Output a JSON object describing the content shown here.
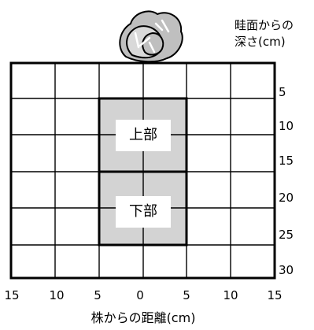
{
  "diagram": {
    "depth_caption_line1": "畦面からの",
    "depth_caption_line2": "深さ(cm)",
    "distance_caption": "株からの距離(cm)",
    "depth_ticks": [
      "5",
      "10",
      "15",
      "20",
      "25",
      "30"
    ],
    "distance_ticks": [
      "15",
      "10",
      "5",
      "0",
      "5",
      "10",
      "15"
    ],
    "zones": [
      {
        "label": "上部"
      },
      {
        "label": "下部"
      }
    ],
    "colors": {
      "zone_fill": "#d3d3d3",
      "grid_line": "#000000",
      "plant_fill": "#bfbfbf"
    }
  }
}
